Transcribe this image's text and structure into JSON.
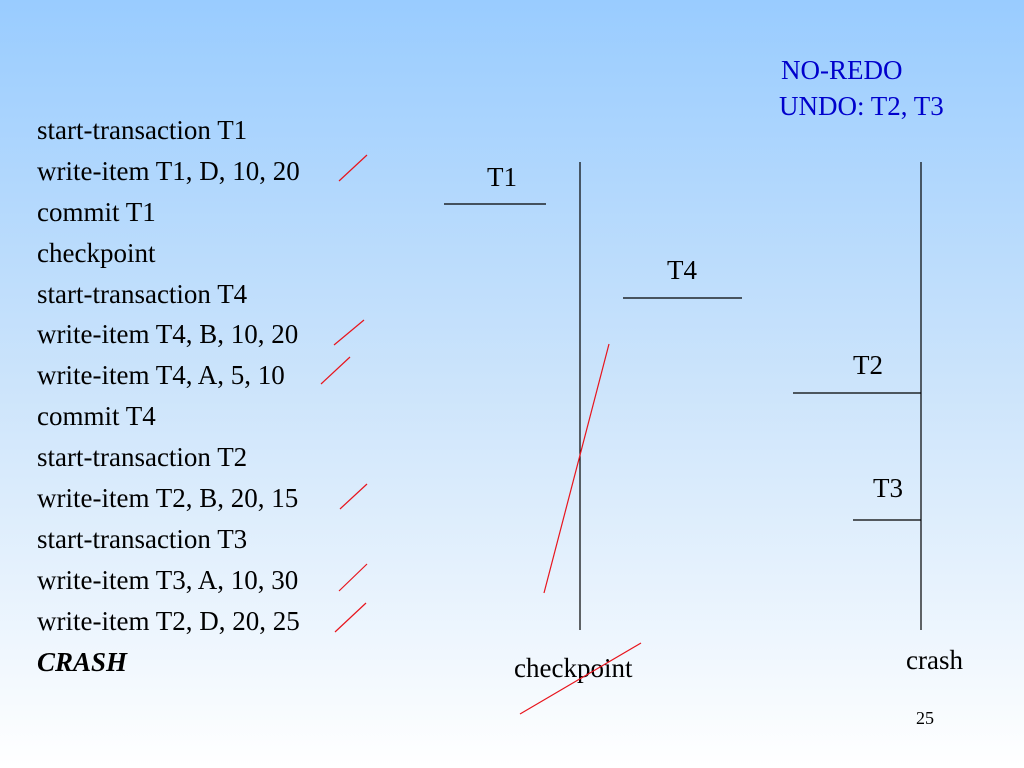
{
  "log": {
    "lines": [
      "start-transaction T1",
      "write-item T1, D, 10, 20",
      "commit T1",
      "checkpoint",
      "start-transaction T4",
      "write-item T4, B, 10, 20",
      "write-item T4, A, 5, 10",
      "commit T4",
      "start-transaction T2",
      "write-item T2, B, 20, 15",
      "start-transaction T3",
      "write-item T3, A, 10, 30",
      "write-item T2, D, 20, 25",
      "CRASH"
    ]
  },
  "recovery": {
    "redo": "NO-REDO",
    "undo": "UNDO: T2, T3"
  },
  "timeline": {
    "transactions": [
      "T1",
      "T4",
      "T2",
      "T3"
    ],
    "checkpoint_label": "checkpoint",
    "crash_label": "crash"
  },
  "colors": {
    "strike": "#e8141c",
    "recovery_text": "#0000cc",
    "line": "#000000"
  },
  "page_number": "25"
}
